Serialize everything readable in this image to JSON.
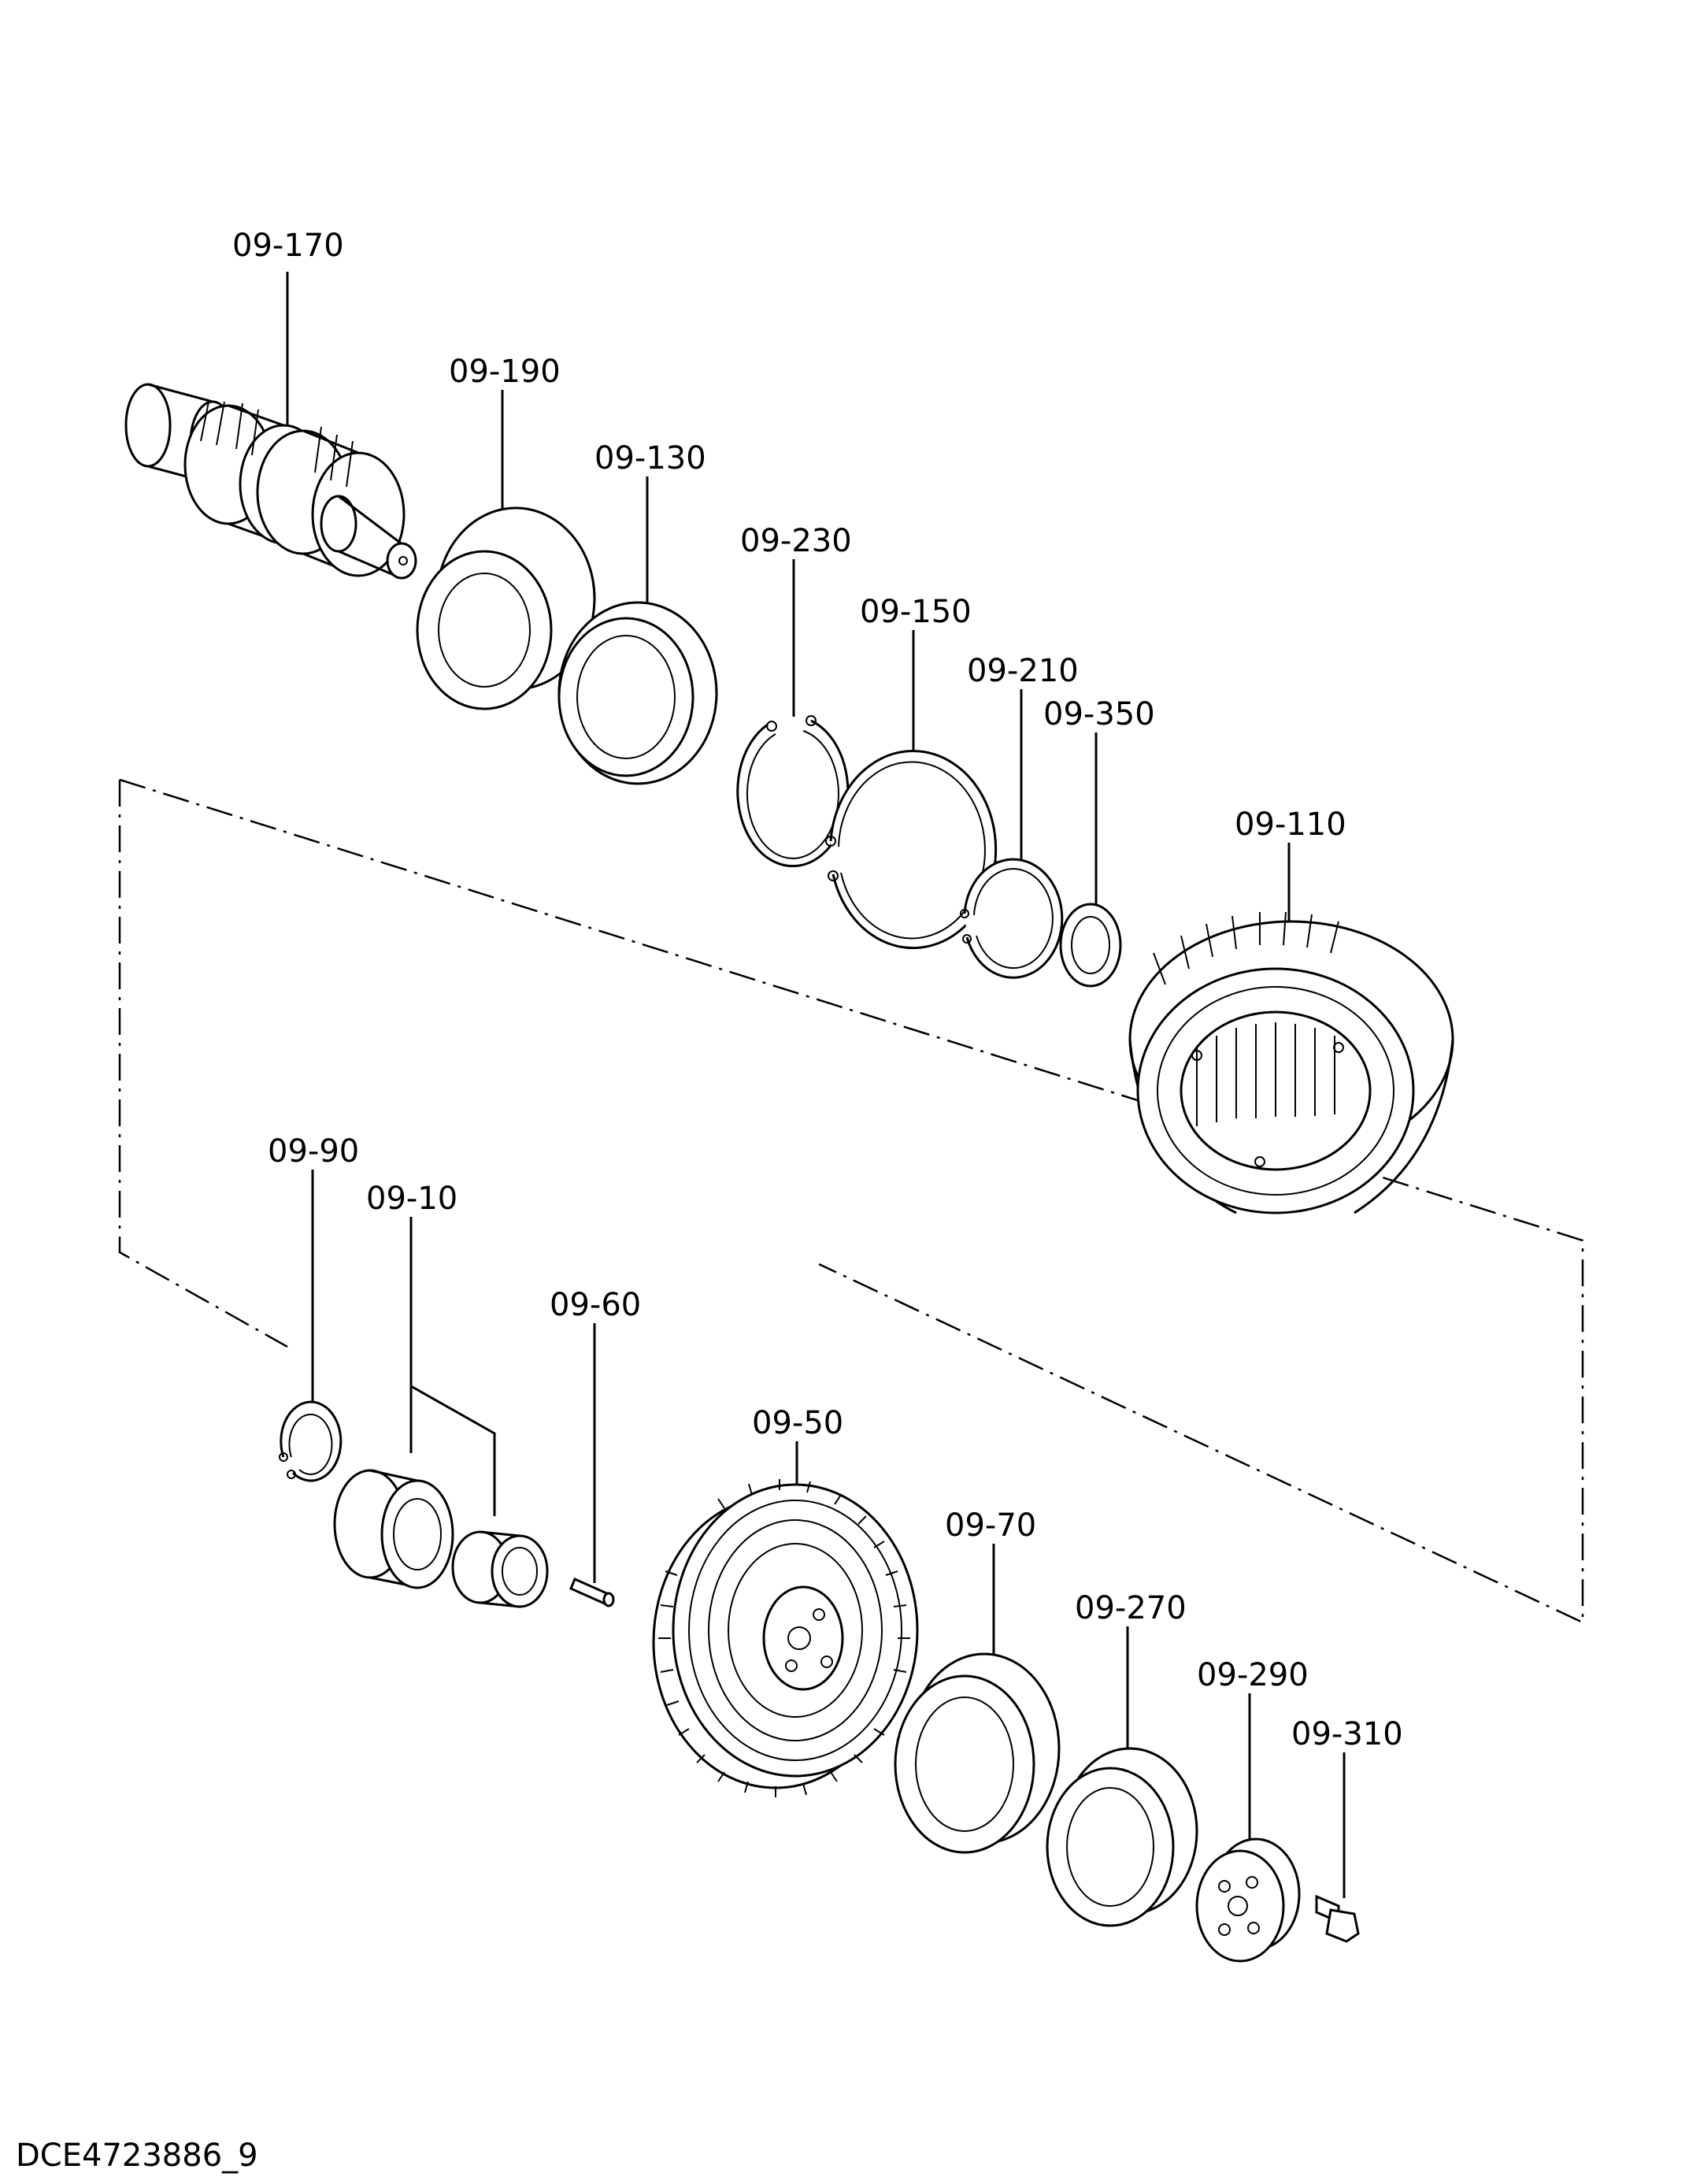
{
  "drawing_reference": "DCE4723886_9",
  "parts": [
    {
      "id": "p170",
      "label": "09-170"
    },
    {
      "id": "p190",
      "label": "09-190"
    },
    {
      "id": "p130",
      "label": "09-130"
    },
    {
      "id": "p230",
      "label": "09-230"
    },
    {
      "id": "p150",
      "label": "09-150"
    },
    {
      "id": "p210",
      "label": "09-210"
    },
    {
      "id": "p350",
      "label": "09-350"
    },
    {
      "id": "p110",
      "label": "09-110"
    },
    {
      "id": "p90",
      "label": "09-90"
    },
    {
      "id": "p10",
      "label": "09-10"
    },
    {
      "id": "p60",
      "label": "09-60"
    },
    {
      "id": "p50",
      "label": "09-50"
    },
    {
      "id": "p70",
      "label": "09-70"
    },
    {
      "id": "p270",
      "label": "09-270"
    },
    {
      "id": "p290",
      "label": "09-290"
    },
    {
      "id": "p310",
      "label": "09-310"
    }
  ]
}
